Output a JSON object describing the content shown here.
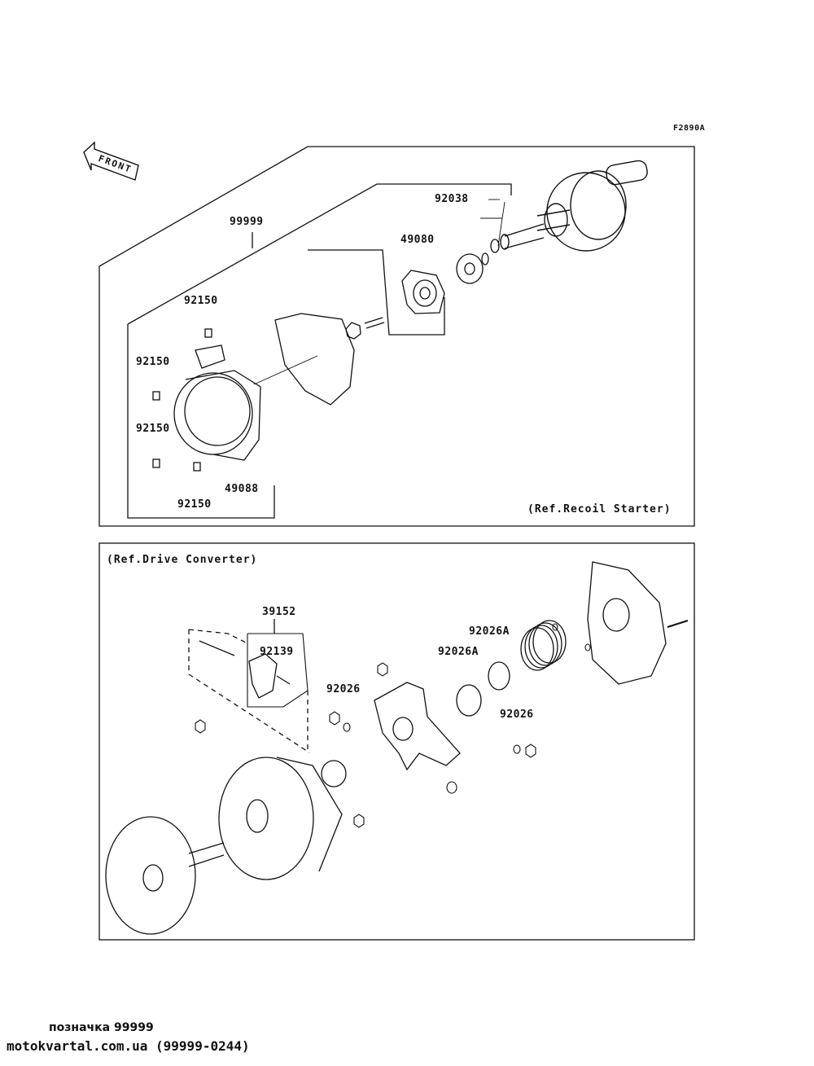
{
  "diagram_code": "F2890A",
  "front_label": "FRONT",
  "sections": {
    "recoil": {
      "ref_label": "(Ref.Recoil Starter)",
      "labels": {
        "p99999": "99999",
        "p92038": "92038",
        "p49080": "49080",
        "p92150_a": "92150",
        "p92150_b": "92150",
        "p92150_c": "92150",
        "p92150_d": "92150",
        "p49088": "49088"
      }
    },
    "drive": {
      "ref_label": "(Ref.Drive Converter)",
      "labels": {
        "p39152": "39152",
        "p92139": "92139",
        "p92026_a": "92026",
        "p92026A_a": "92026A",
        "p92026A_b": "92026A",
        "p92026_b": "92026"
      }
    }
  },
  "footer": {
    "line1": "позначка 99999",
    "line2": "motokvartal.com.ua (99999-0244)"
  }
}
